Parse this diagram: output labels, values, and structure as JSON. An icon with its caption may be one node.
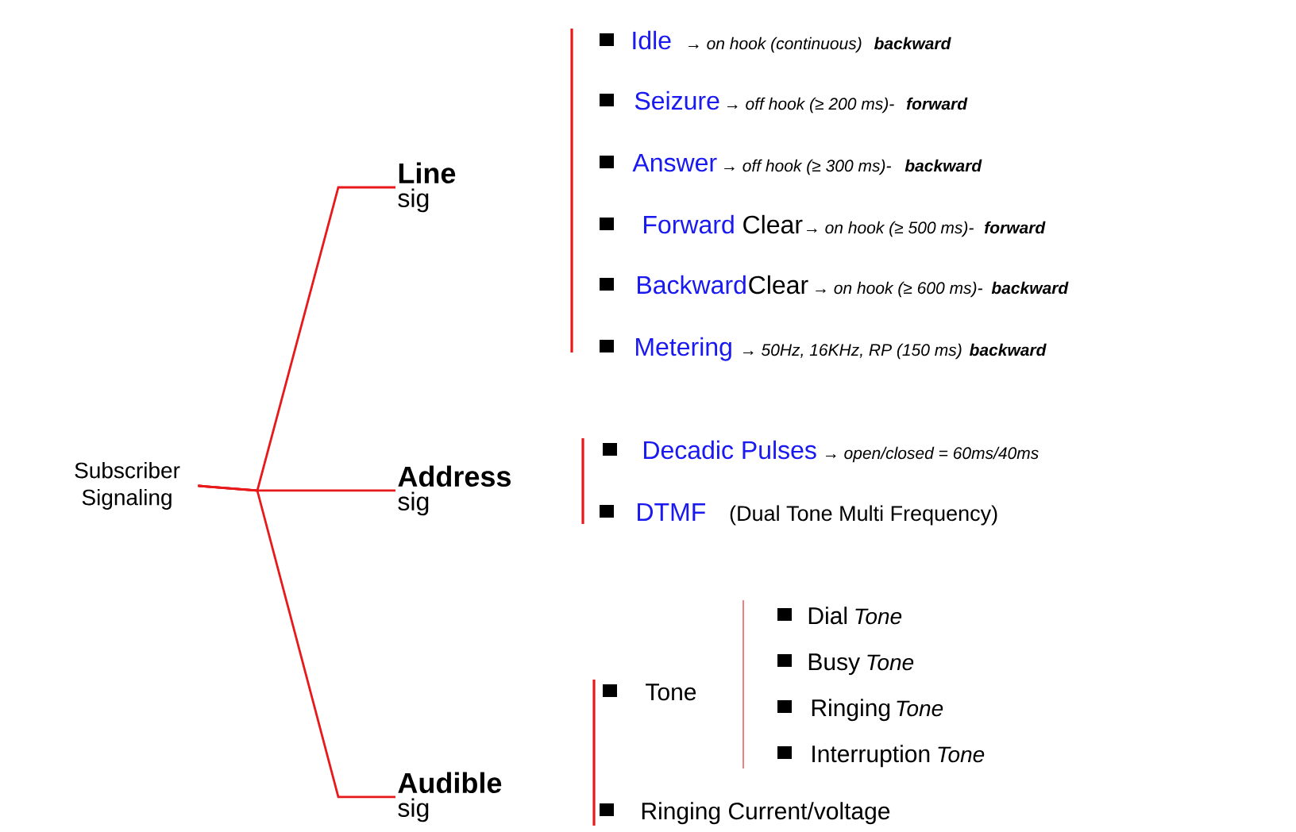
{
  "diagram": {
    "nodes": [
      {
        "text": [
          "Subscriber Signaling"
        ]
      },
      {
        "text": [
          "Line",
          "sig"
        ]
      },
      {
        "text": [
          "Address",
          "sig"
        ]
      },
      {
        "text": [
          "Audible",
          "sig"
        ]
      }
    ],
    "edges": [
      {
        "from": 0,
        "to": 1,
        "arrow": "none"
      },
      {
        "from": 0,
        "to": 2,
        "arrow": "none"
      },
      {
        "from": 0,
        "to": 3,
        "arrow": "none"
      }
    ],
    "labels": [
      "Idle",
      "→ on hook (continuous)",
      "backward",
      "Seizure",
      "→ off hook (≥ 200 ms)-",
      "forward",
      "Answer",
      "→ off hook (≥ 300 ms)-",
      "backward",
      "Forward",
      "Clear",
      "→ on hook (≥ 500 ms)-",
      "forward",
      "Backward",
      "Clear",
      "→ on hook (≥ 600 ms)-",
      "backward",
      "Metering",
      "→ 50Hz, 16KHz, RP (150 ms)",
      "backward",
      "Decadic Pulses",
      "→ open/closed = 60ms/40ms",
      "DTMF",
      "(Dual Tone Multi Frequency)",
      "Tone",
      "Dial",
      "Tone",
      "Busy",
      "Tone",
      "Ringing",
      "Tone",
      "Interruption",
      "Tone",
      "Ringing Current/voltage"
    ]
  }
}
